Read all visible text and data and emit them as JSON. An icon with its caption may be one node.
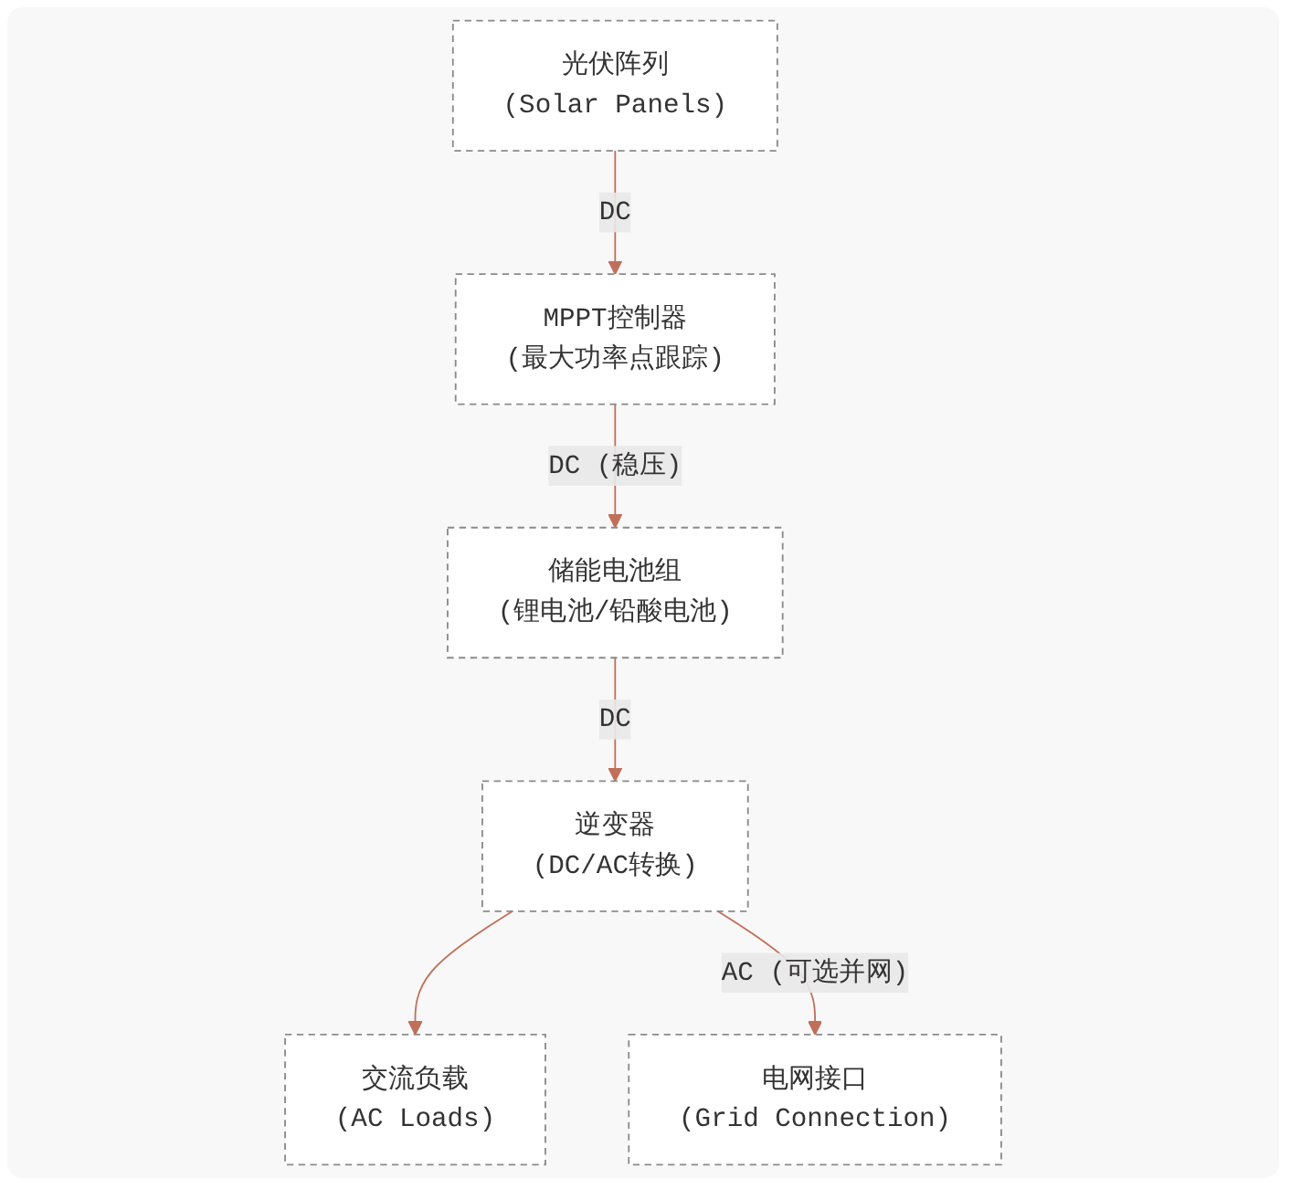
{
  "diagram": {
    "nodes": [
      {
        "text": [
          "光伏阵列",
          "(Solar Panels)"
        ]
      },
      {
        "text": [
          "MPPT控制器",
          "(最大功率点跟踪)"
        ]
      },
      {
        "text": [
          "储能电池组",
          "(锂电池/铅酸电池)"
        ]
      },
      {
        "text": [
          "逆变器",
          "(DC/AC转换)"
        ]
      },
      {
        "text": [
          "交流负载",
          "(AC Loads)"
        ]
      },
      {
        "text": [
          "电网接口",
          "(Grid Connection)"
        ]
      }
    ],
    "edges": [
      {
        "from": 0,
        "to": 1,
        "arrow": "to",
        "label": "DC"
      },
      {
        "from": 1,
        "to": 2,
        "arrow": "to",
        "label": "DC (稳压)"
      },
      {
        "from": 2,
        "to": 3,
        "arrow": "to",
        "label": "DC"
      },
      {
        "from": 3,
        "to": 4,
        "arrow": "to"
      },
      {
        "from": 3,
        "to": 5,
        "arrow": "to",
        "label": "AC (可选并网)"
      }
    ]
  }
}
